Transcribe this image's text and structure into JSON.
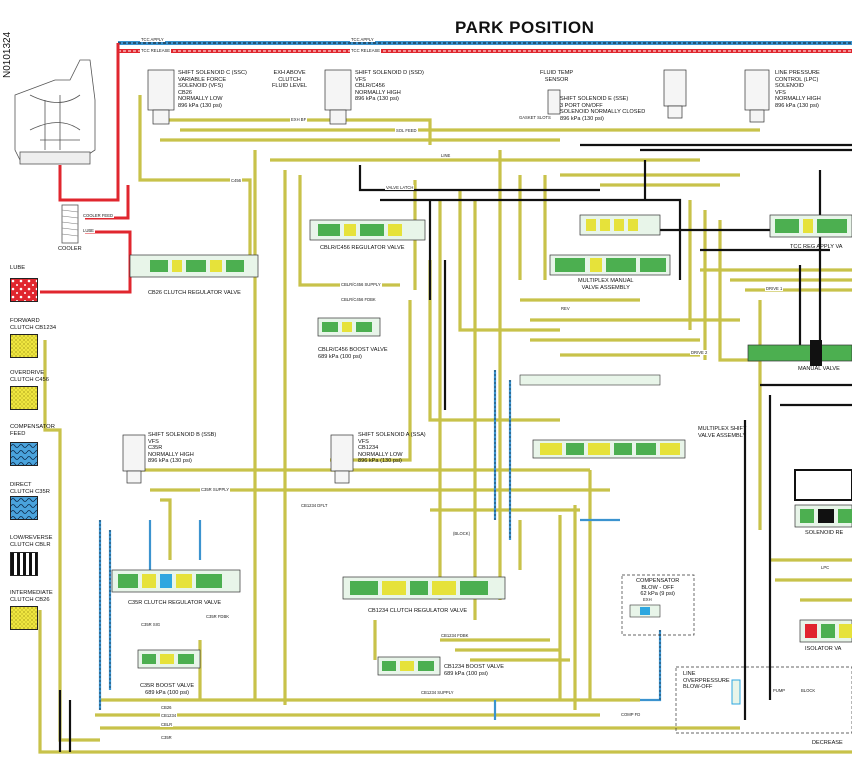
{
  "doc_id": "N0101324",
  "title": "PARK POSITION",
  "legend": [
    {
      "label": "LUBE",
      "pattern": "lube"
    },
    {
      "label": "FORWARD\nCLUTCH CB1234",
      "pattern": "dots"
    },
    {
      "label": "OVERDRIVE\nCLUTCH C456",
      "pattern": "dots"
    },
    {
      "label": "COMPENSATOR\nFEED",
      "pattern": "waves"
    },
    {
      "label": "DIRECT\nCLUTCH C35R",
      "pattern": "waves"
    },
    {
      "label": "LOW/REVERSE\nCLUTCH CBLR",
      "pattern": "bars"
    },
    {
      "label": "INTERMEDIATE\nCLUTCH CB26",
      "pattern": "dots"
    }
  ],
  "components": {
    "ssc": "SHIFT SOLENOID C (SSC)\nVARIABLE FORCE\nSOLENOID (VFS)\nCB26\nNORMALLY LOW\n896 kPa (130 psi)",
    "exh_above": "EXH ABOVE\nCLUTCH\nFLUID LEVEL",
    "ssd": "SHIFT SOLENOID D (SSD)\nVFS\nCBLR/C456\nNORMALLY HIGH\n896 kPa (130 psi)",
    "fluid_temp": "FLUID TEMP\nSENSOR",
    "sse": "SHIFT SOLENOID E (SSE)\n3 PORT ON/OFF\nSOLENOID NORMALLY CLOSED\n896 kPa (130 psi)",
    "lpc": "LINE PRESSURE\nCONTROL (LPC)\nSOLENOID\nVFS\nNORMALLY HIGH\n896 kPa (130 psi)",
    "cooler": "COOLER",
    "cb26_reg": "CB26 CLUTCH REGULATOR VALVE",
    "cblr_reg": "CBLR/C456 REGULATOR VALVE",
    "cblr_boost": "CBLR/C456 BOOST VALVE\n689 kPa (100 psi)",
    "mux_manual": "MULTIPLEX MANUAL\nVALVE ASSEMBLY",
    "tcc_reg": "TCC REG APPLY VA",
    "manual_valve": "MANUAL VALVE",
    "mux_shift": "MULTIPLEX SHIFT\nVALVE ASSEMBLY",
    "ssb": "SHIFT SOLENOID B (SSB)\nVFS\nC35R\nNORMALLY HIGH\n896 kPa (130 psi)",
    "ssa": "SHIFT SOLENOID A (SSA)\nVFS\nCB1234\nNORMALLY LOW\n896 kPa (130 psi)",
    "c35r_reg": "C35R CLUTCH REGULATOR VALVE",
    "c35r_boost": "C35R BOOST VALVE\n689 kPa (100 psi)",
    "cb1234_reg": "CB1234 CLUTCH REGULATOR VALVE",
    "cb1234_boost": "CB1234 BOOST VALVE\n689 kPa (100 psi)",
    "comp_blowoff": "COMPENSATOR\nBLOW - OFF\n62 kPa (9 psi)",
    "line_overpressure": "LINE\nOVERPRESSURE\nBLOW-OFF",
    "solenoid_reg": "SOLENOID RE",
    "isolator": "ISOLATOR VA",
    "decrease": "DECREASE"
  },
  "wire_labels": {
    "tcc_apply": "TCC APPLY",
    "tcc_release": "TCC RELEASE",
    "sol_feed": "SOL FEED",
    "exh_bf": "EXH BF",
    "line": "LINE",
    "cooler_feed": "COOLER FEED",
    "lube": "LUBE",
    "c456": "C456",
    "cb26": "CB26",
    "rev": "REV",
    "drive_1": "DRIVE 1",
    "drive_2": "DRIVE 2",
    "c35r_supply": "C35R SUPPLY",
    "cb1234_supply": "CB1234 SUPPLY",
    "comp_fd": "COMP FD",
    "cblr": "CBLR",
    "c35r": "C35R",
    "cb1234": "CB1234",
    "valve_latch": "VALVE LATCH",
    "gasket_slots": "GASKET SLOTS",
    "block": "(BLOCK)",
    "pump": "PUMP",
    "block2": "BLOCK",
    "lpc": "LPC",
    "cblr_c456_supply": "CBLR/C456 SUPPLY",
    "cblr_c456_fdbk": "CBLR/C456 FDBK",
    "c35r_fdbk": "C35R FDBK",
    "cb1234_fdbk": "CB1234 FDBK",
    "c35r_sig": "C35R SIG",
    "exh": "EXH",
    "cb1234_dflt": "CB1234 DFLT"
  },
  "colors": {
    "line": "#c8c24a",
    "lube": "#e0262e",
    "comp": "#3b93cf",
    "black": "#111111",
    "valve_green": "#4caf50",
    "valve_yellow": "#e6e23a",
    "exhaust_blue": "#2ea7e0"
  }
}
